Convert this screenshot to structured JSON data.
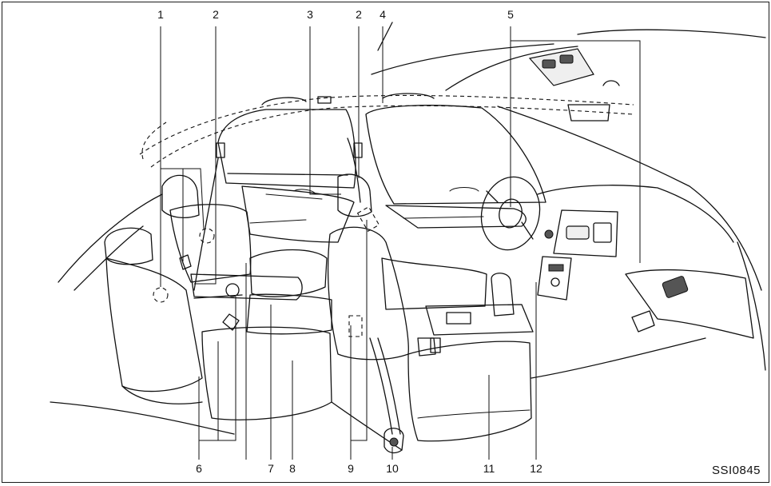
{
  "callouts": {
    "n1": "1",
    "n2a": "2",
    "n3": "3",
    "n2b": "2",
    "n4": "4",
    "n5": "5",
    "n6": "6",
    "n7": "7",
    "n8": "8",
    "n9": "9",
    "n10": "10",
    "n11": "11",
    "n12": "12"
  },
  "figure_code": "SSI0845"
}
